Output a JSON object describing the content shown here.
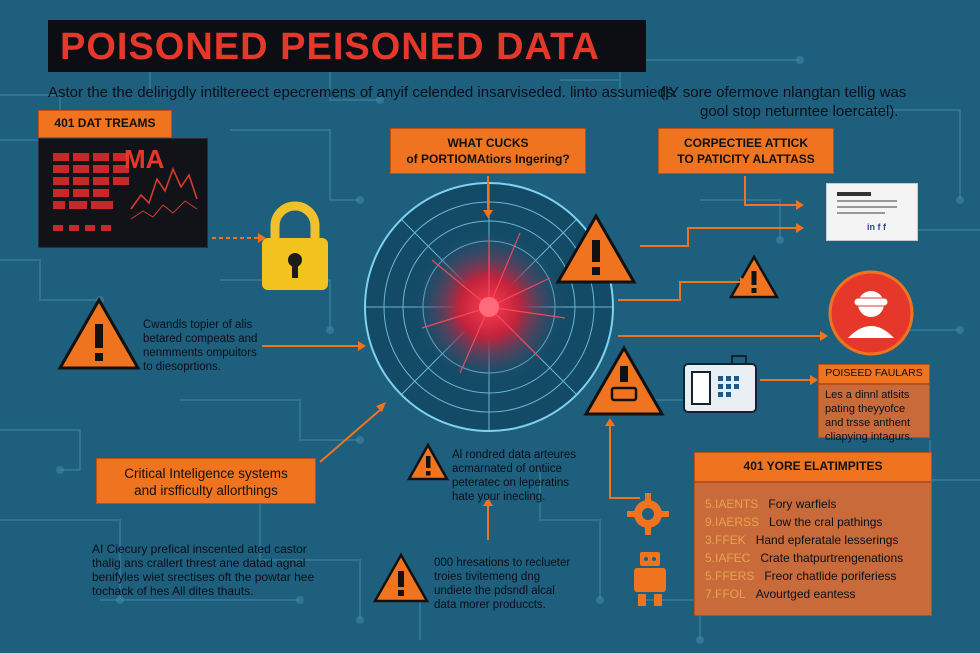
{
  "title": "POISONED PEISONED DATA",
  "subtitle": [
    "Astor the the delirigdly intiltereect epecremens of anyif celended insarviseded. linto assumieds.",
    "(|Y sore ofermove nlangtan tellig was",
    "gool stop neturntee loercatel)."
  ],
  "data_streams": {
    "label": "401 DAT TREAMS",
    "chart_label": "MA"
  },
  "what_cucks": [
    "WHAT CUCKS",
    "of PORTIOMAtiors Ingering?"
  ],
  "corrective_attack": [
    "CORPECTIEE ATTICK",
    "TO PATICITY ALATTASS"
  ],
  "left_note": [
    "Cwandls topier of alis",
    "betared compeats and",
    "nenmments ompuitors",
    "to diesoprtions."
  ],
  "critical_box": [
    "Critical Inteligence systems",
    "and irsfficulty allorthings"
  ],
  "bottom_left_note": [
    "AI Ciecury prefical inscented ated castor",
    "thalig ans crallert threst ane datad agnal",
    "benifyles wiet srectises oft the powtar hee",
    "tochack of hes All dites thauts."
  ],
  "center_note": [
    "Al rondred data arteures",
    "acmarnated of ontiice",
    "peteratec on leperatins",
    "hate your inecling."
  ],
  "bottom_center_note": [
    "000 hresations to reclueter",
    "troies tivitemeng dng",
    "undiete the pdsndl alcal",
    "data morer produccts."
  ],
  "poised_faulars": {
    "header": "POISEED FAULARS",
    "lines": [
      "Les a dinnl atlsits",
      "pating theyyofce",
      "and trsse anthent",
      "cliapying intagurs."
    ]
  },
  "examples": {
    "header": "401 YORE ELATIMPITES",
    "rows": [
      {
        "code": "5.IAENTS",
        "text": "Fory warfiels"
      },
      {
        "code": "9.IAERSS",
        "text": "Low the cral pathings"
      },
      {
        "code": "3.FFEK",
        "text": "Hand epferatale lesserings"
      },
      {
        "code": "5.IAFEC",
        "text": "Crate thatpurtrengenations"
      },
      {
        "code": "5.FFERS",
        "text": "Freor chatlide poriferiess"
      },
      {
        "code": "7.FFOL",
        "text": "Avourtged eantess"
      }
    ]
  },
  "social_icons": "in f f",
  "colors": {
    "background": "#1d5f7d",
    "accent": "#f07420",
    "danger": "#e5382a",
    "title_bar": "#0c0e14"
  }
}
